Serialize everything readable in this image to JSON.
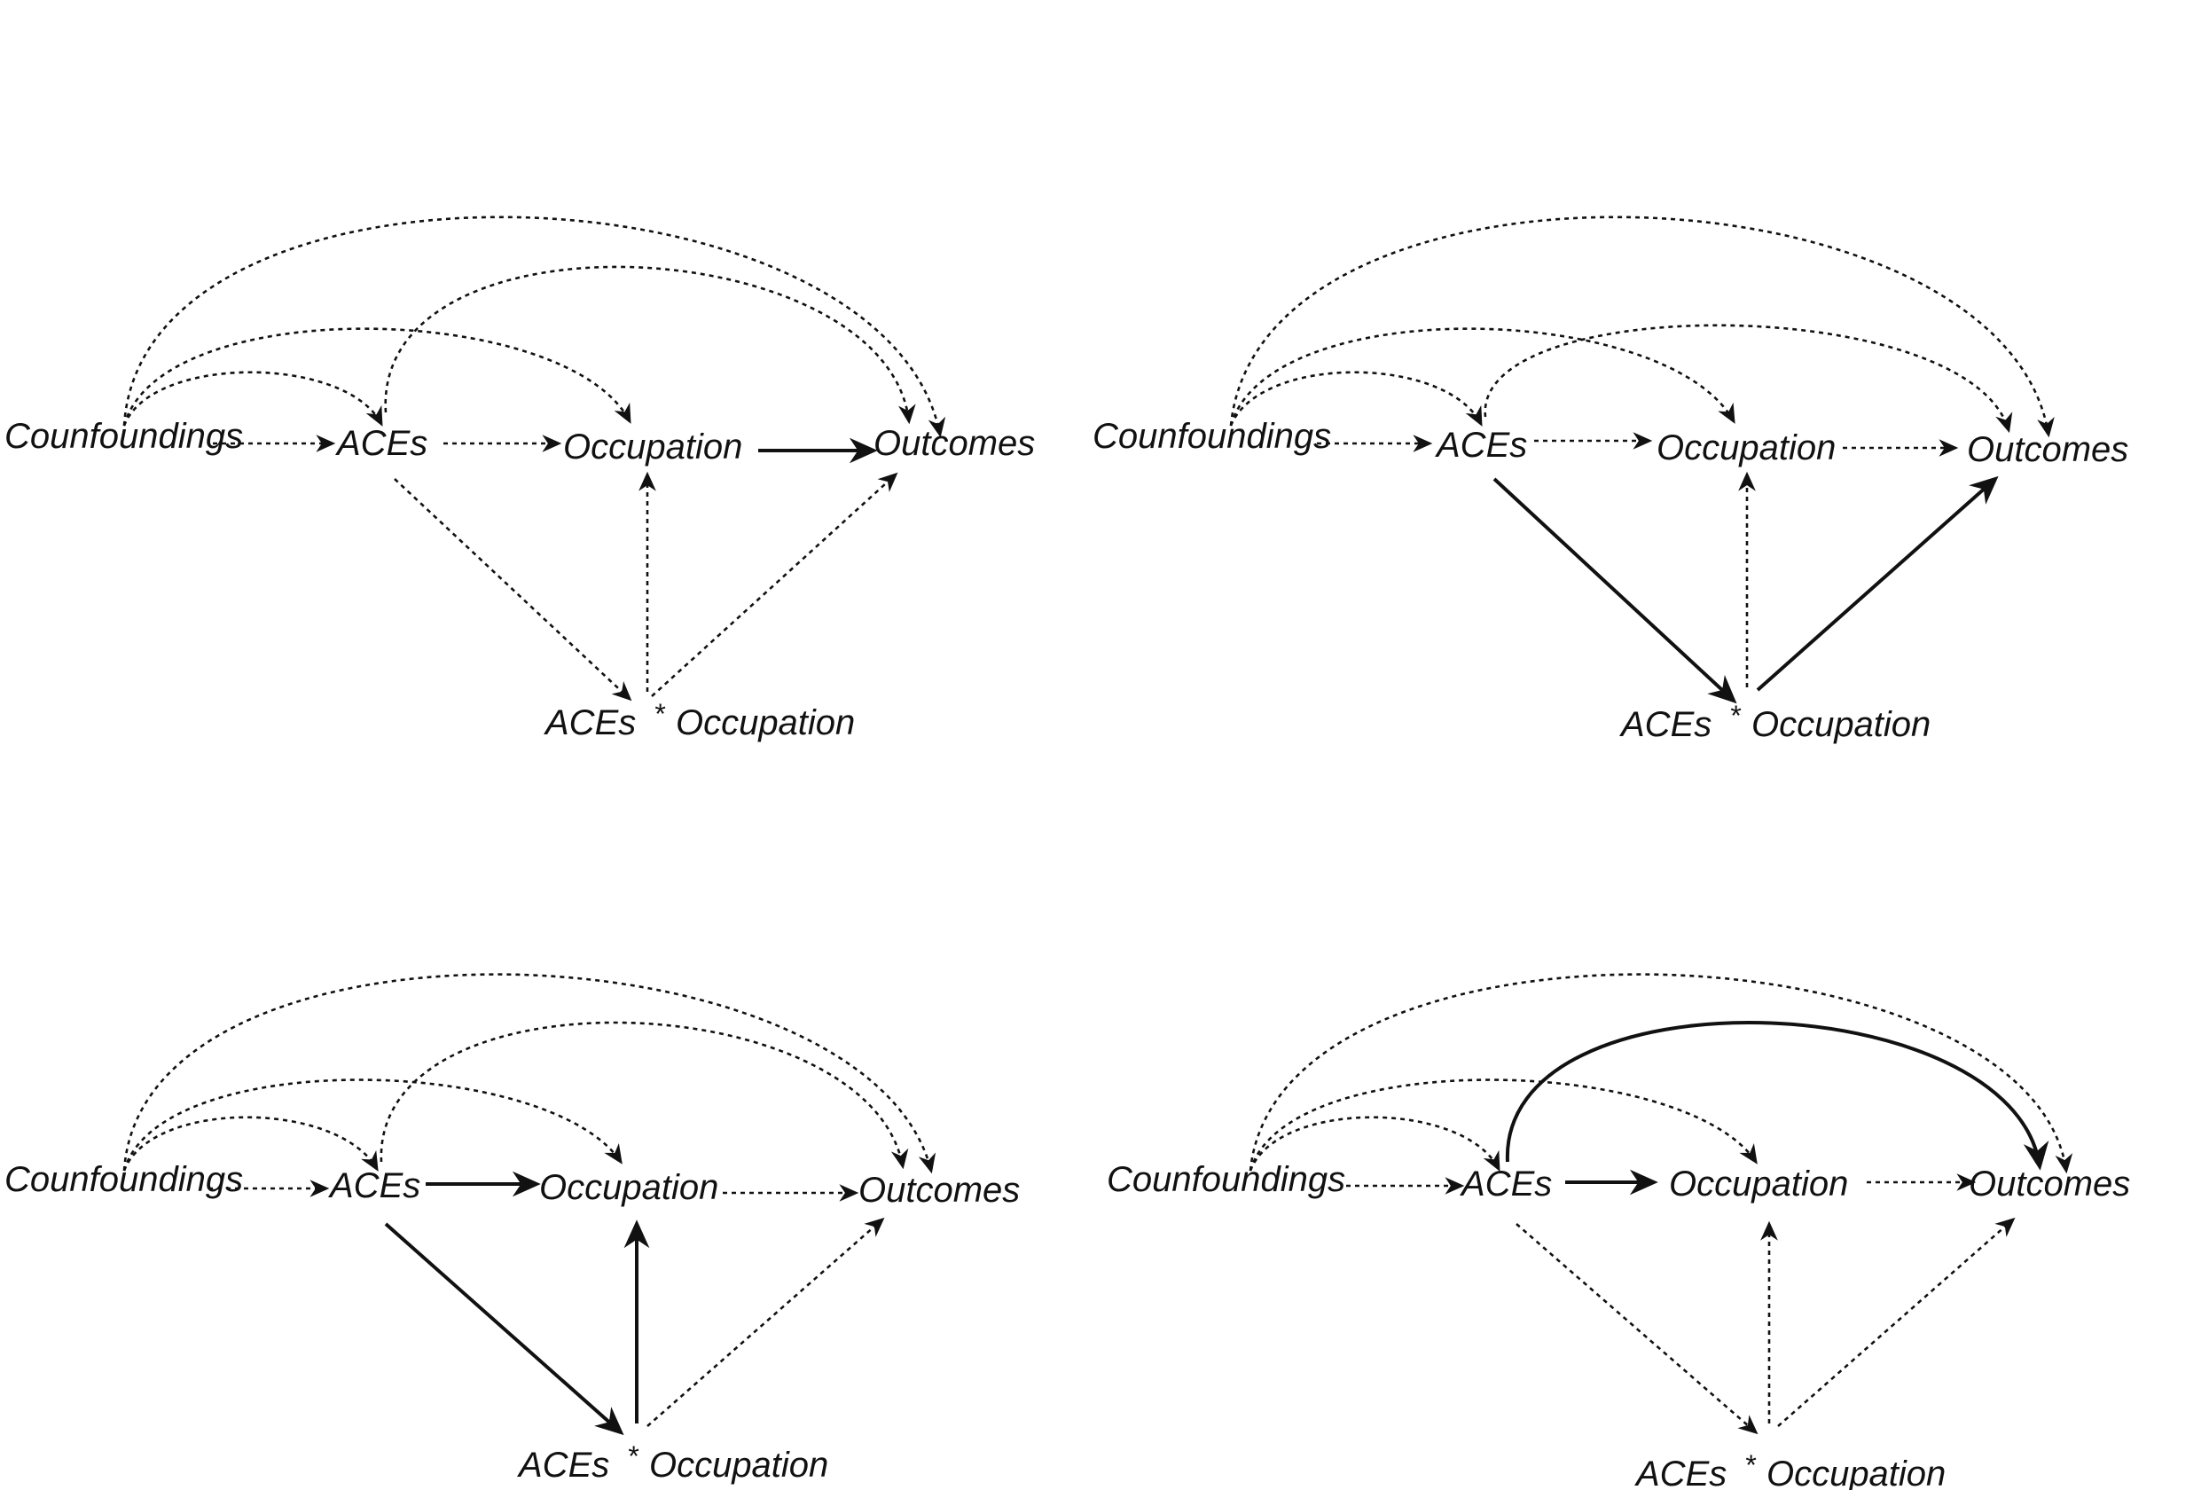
{
  "panels": [
    {
      "id": "top-left",
      "labels": {
        "confounders": "Counfoundings",
        "aces": "ACEs",
        "occupation": "Occupation",
        "outcomes": "Outcomes",
        "interaction_left": "ACEs",
        "interaction_star": "*",
        "interaction_right": "Occupation"
      },
      "edges": [
        {
          "from": "confounders",
          "to": "aces",
          "style": "dashed"
        },
        {
          "from": "confounders",
          "to": "aces",
          "style": "dashed",
          "curve": "arc"
        },
        {
          "from": "confounders",
          "to": "occupation",
          "style": "dashed",
          "curve": "arc"
        },
        {
          "from": "confounders",
          "to": "outcomes",
          "style": "dashed",
          "curve": "arc"
        },
        {
          "from": "aces",
          "to": "occupation",
          "style": "dashed"
        },
        {
          "from": "occupation",
          "to": "outcomes",
          "style": "dashed"
        },
        {
          "from": "aces",
          "to": "outcomes",
          "style": "solid",
          "curve": "arc"
        },
        {
          "from": "aces",
          "to": "interaction",
          "style": "dashed"
        },
        {
          "from": "interaction",
          "to": "occupation",
          "style": "dashed"
        },
        {
          "from": "interaction",
          "to": "outcomes",
          "style": "dashed"
        }
      ]
    },
    {
      "id": "top-right",
      "labels": {
        "confounders": "Counfoundings",
        "aces": "ACEs",
        "occupation": "Occupation",
        "outcomes": "Outcomes",
        "interaction_left": "ACEs",
        "interaction_star": "*",
        "interaction_right": "Occupation"
      },
      "edges": [
        {
          "from": "confounders",
          "to": "aces",
          "style": "dashed"
        },
        {
          "from": "confounders",
          "to": "aces",
          "style": "dashed",
          "curve": "arc"
        },
        {
          "from": "confounders",
          "to": "occupation",
          "style": "dashed",
          "curve": "arc"
        },
        {
          "from": "confounders",
          "to": "outcomes",
          "style": "dashed",
          "curve": "arc"
        },
        {
          "from": "aces",
          "to": "occupation",
          "style": "dashed"
        },
        {
          "from": "occupation",
          "to": "outcomes",
          "style": "dashed"
        },
        {
          "from": "aces",
          "to": "outcomes",
          "style": "dashed",
          "curve": "arc"
        },
        {
          "from": "aces",
          "to": "interaction",
          "style": "solid"
        },
        {
          "from": "interaction",
          "to": "occupation",
          "style": "dashed"
        },
        {
          "from": "interaction",
          "to": "outcomes",
          "style": "solid"
        }
      ]
    },
    {
      "id": "bottom-left",
      "labels": {
        "confounders": "Counfoundings",
        "aces": "ACEs",
        "occupation": "Occupation",
        "outcomes": "Outcomes",
        "interaction_left": "ACEs",
        "interaction_star": "*",
        "interaction_right": "Occupation"
      },
      "edges": [
        {
          "from": "confounders",
          "to": "aces",
          "style": "dashed"
        },
        {
          "from": "confounders",
          "to": "aces",
          "style": "dashed",
          "curve": "arc"
        },
        {
          "from": "confounders",
          "to": "occupation",
          "style": "dashed",
          "curve": "arc"
        },
        {
          "from": "confounders",
          "to": "outcomes",
          "style": "dashed",
          "curve": "arc"
        },
        {
          "from": "aces",
          "to": "occupation",
          "style": "dashed"
        },
        {
          "from": "occupation",
          "to": "outcomes",
          "style": "solid"
        },
        {
          "from": "aces",
          "to": "outcomes",
          "style": "dashed",
          "curve": "arc"
        },
        {
          "from": "aces",
          "to": "interaction",
          "style": "solid"
        },
        {
          "from": "interaction",
          "to": "occupation",
          "style": "solid"
        },
        {
          "from": "interaction",
          "to": "outcomes",
          "style": "dashed"
        }
      ]
    },
    {
      "id": "bottom-right",
      "labels": {
        "confounders": "Counfoundings",
        "aces": "ACEs",
        "occupation": "Occupation",
        "outcomes": "Outcomes",
        "interaction_left": "ACEs",
        "interaction_star": "*",
        "interaction_right": "Occupation"
      },
      "edges": [
        {
          "from": "confounders",
          "to": "aces",
          "style": "dashed"
        },
        {
          "from": "confounders",
          "to": "aces",
          "style": "dashed",
          "curve": "arc"
        },
        {
          "from": "confounders",
          "to": "occupation",
          "style": "dashed",
          "curve": "arc"
        },
        {
          "from": "confounders",
          "to": "outcomes",
          "style": "dashed",
          "curve": "arc"
        },
        {
          "from": "aces",
          "to": "occupation",
          "style": "solid"
        },
        {
          "from": "occupation",
          "to": "outcomes",
          "style": "solid"
        },
        {
          "from": "aces",
          "to": "outcomes",
          "style": "dashed",
          "curve": "arc"
        },
        {
          "from": "aces",
          "to": "interaction",
          "style": "dashed"
        },
        {
          "from": "interaction",
          "to": "occupation",
          "style": "dashed"
        },
        {
          "from": "interaction",
          "to": "outcomes",
          "style": "dashed"
        }
      ]
    }
  ],
  "colors": {
    "ink": "#111111",
    "background": "#ffffff"
  }
}
